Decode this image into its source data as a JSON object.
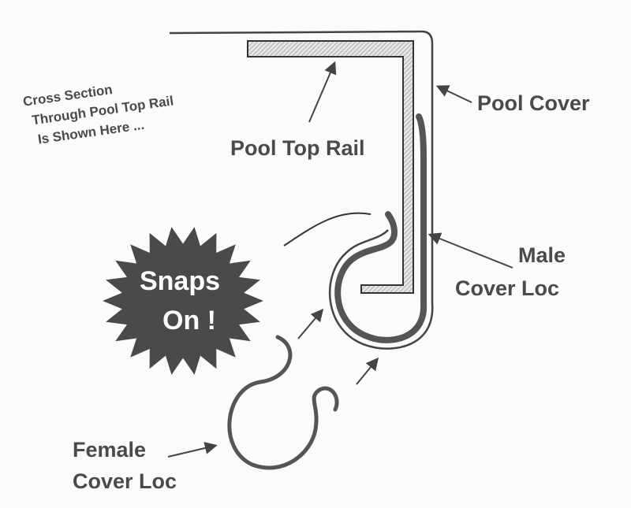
{
  "labels": {
    "intro": [
      "Cross Section",
      "Through Pool Top Rail",
      "Is Shown Here ..."
    ],
    "pool_top_rail": "Pool Top Rail",
    "pool_cover": "Pool Cover",
    "male_cover_loc": [
      "Male",
      "Cover Loc"
    ],
    "female_cover_loc": [
      "Female",
      "Cover Loc"
    ],
    "snaps_on": [
      "Snaps",
      "On !"
    ]
  },
  "colors": {
    "ink": "#4a4a4a",
    "dark": "#555555",
    "hatch": "#bdbdbd"
  }
}
